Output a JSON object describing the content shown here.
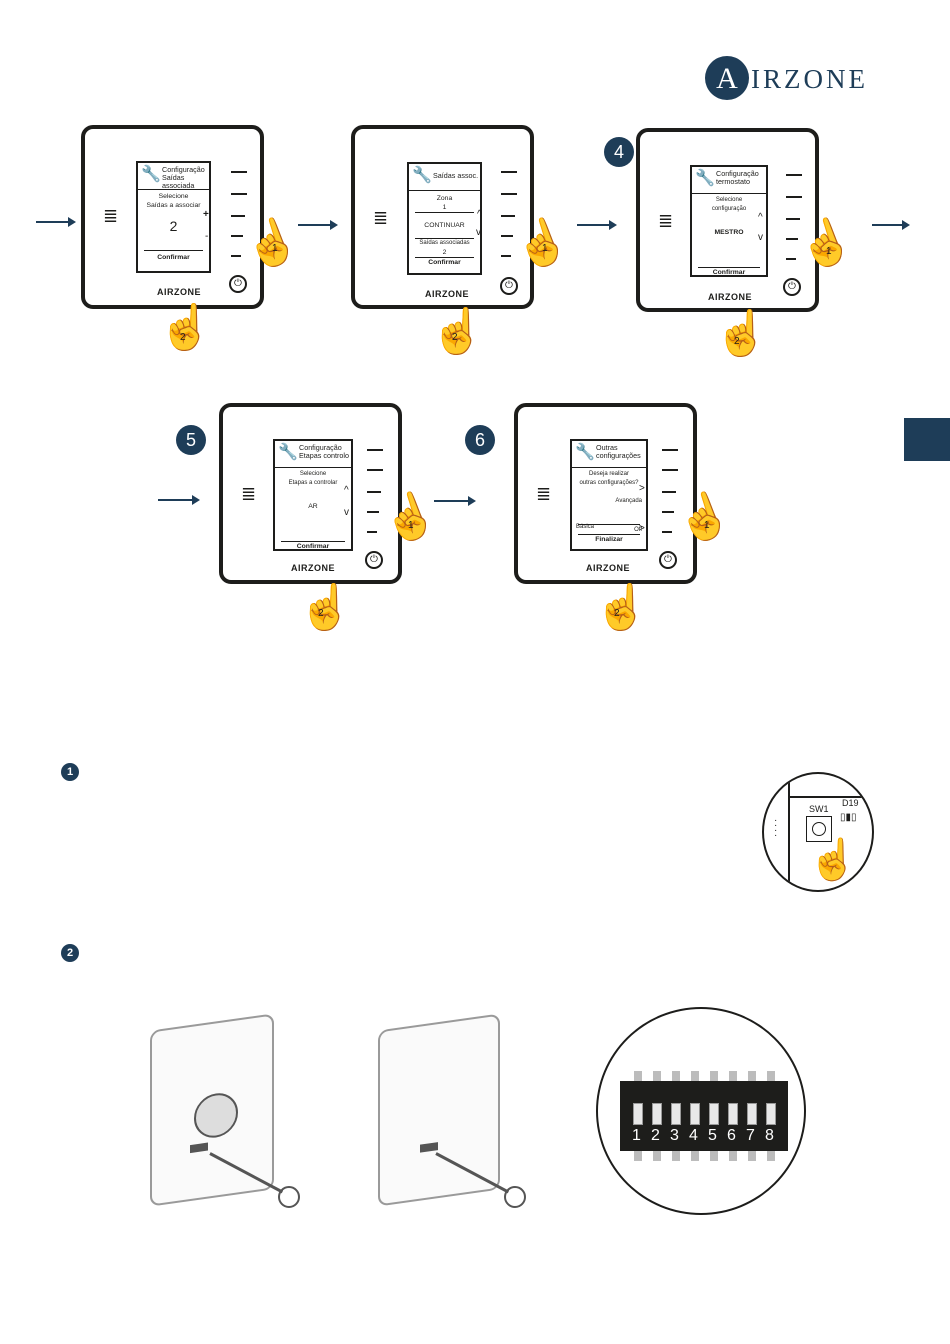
{
  "brand": {
    "logo_letter": "A",
    "logo_rest": "IRZONE",
    "device_brand": "AIRZONE"
  },
  "colors": {
    "accent": "#1e3d58",
    "ink": "#1d1d1b"
  },
  "icons": {
    "wrench": "wrench-icon",
    "menu": "menu-icon",
    "power": "power-icon",
    "hand": "pointing-hand-icon"
  },
  "screens": [
    {
      "head": [
        "Configuração",
        "Saídas associada"
      ],
      "lines": [
        "Selecione",
        "Saídas a associar",
        "2",
        "+",
        "-"
      ],
      "footer": "Confirmar",
      "hand1": "1",
      "hand2": "2"
    },
    {
      "head": [
        "Saídas assoc.",
        ""
      ],
      "lines": [
        "Zona",
        "1",
        "CONTINUAR",
        "Saídas associadas",
        "2"
      ],
      "footer": "Confirmar",
      "hand1": "1",
      "hand2": "2"
    },
    {
      "step": "4",
      "head": [
        "Configuração",
        "termostato"
      ],
      "lines": [
        "Selecione",
        "configuração",
        "MESTRO"
      ],
      "footer": "Confirmar",
      "hand1": "1",
      "hand2": "2"
    },
    {
      "step": "5",
      "head": [
        "Configuração",
        "Etapas controlo"
      ],
      "lines": [
        "Selecione",
        "Etapas a controlar",
        "AR"
      ],
      "footer": "Confirmar",
      "hand1": "1",
      "hand2": "2"
    },
    {
      "step": "6",
      "head": [
        "Outras",
        "configurações"
      ],
      "lines": [
        "Deseja realizar",
        "outras configurações?",
        "Avançada",
        "Básica",
        "Off"
      ],
      "footer": "Finalizar",
      "hand1": "1",
      "hand2": "2"
    }
  ],
  "section1": {
    "badge": "1",
    "sw_label": "SW1",
    "led_label": "D19"
  },
  "section2": {
    "badge": "2",
    "dip_numbers": [
      "1",
      "2",
      "3",
      "4",
      "5",
      "6",
      "7",
      "8"
    ]
  }
}
